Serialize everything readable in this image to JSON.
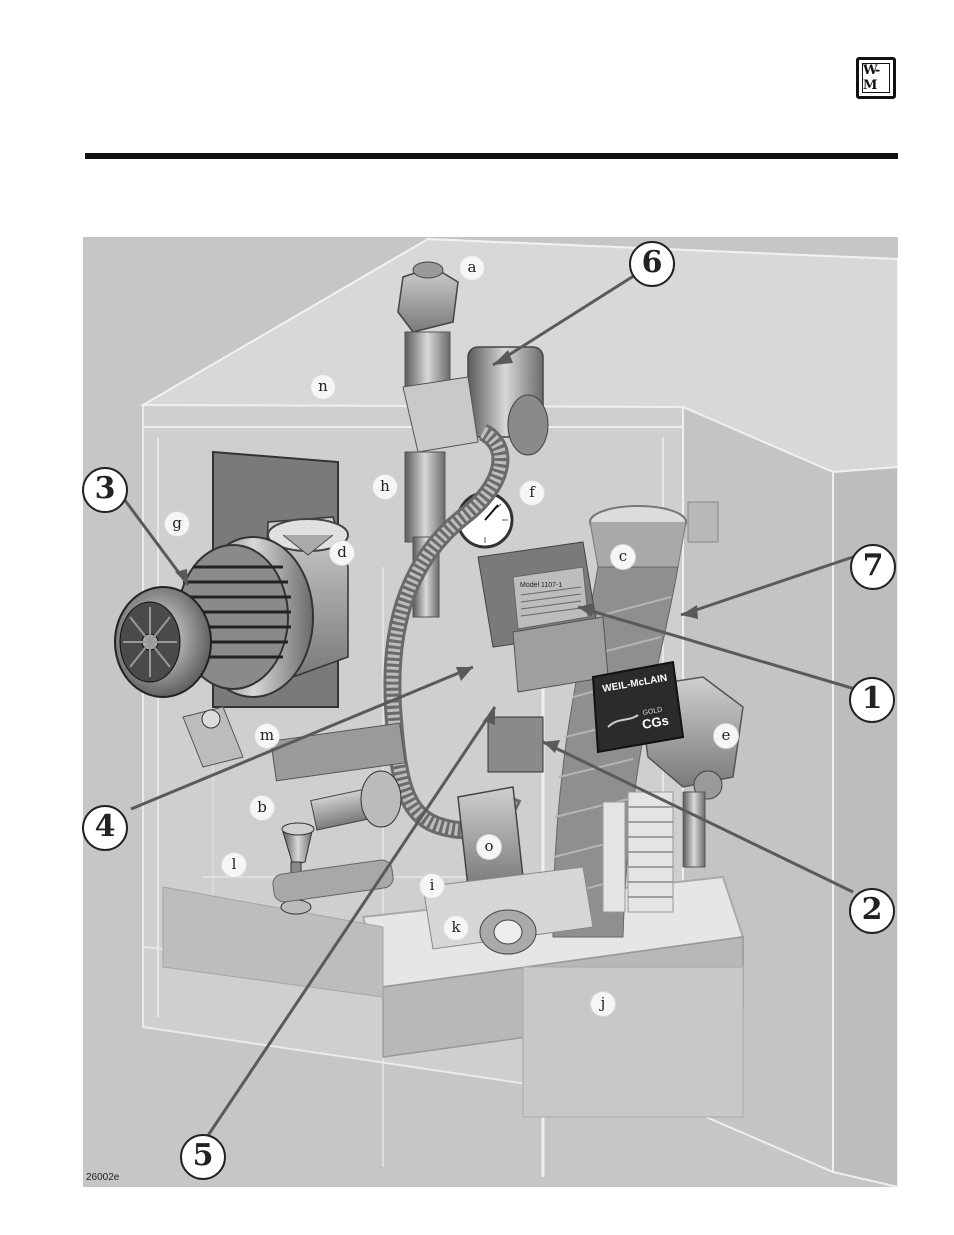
{
  "logo": {
    "text": "W-M"
  },
  "figure_number": "26002e",
  "brand_badge": {
    "name": "WEIL-McLAIN",
    "line1": "GOLD",
    "line2": "CGs"
  },
  "nameplate_text": "Model 1107-1",
  "callouts": {
    "letters": [
      "a",
      "b",
      "c",
      "d",
      "e",
      "f",
      "g",
      "h",
      "i",
      "j",
      "k",
      "l",
      "m",
      "n",
      "o"
    ],
    "numbers": [
      "1",
      "2",
      "3",
      "4",
      "5",
      "6",
      "7"
    ]
  }
}
